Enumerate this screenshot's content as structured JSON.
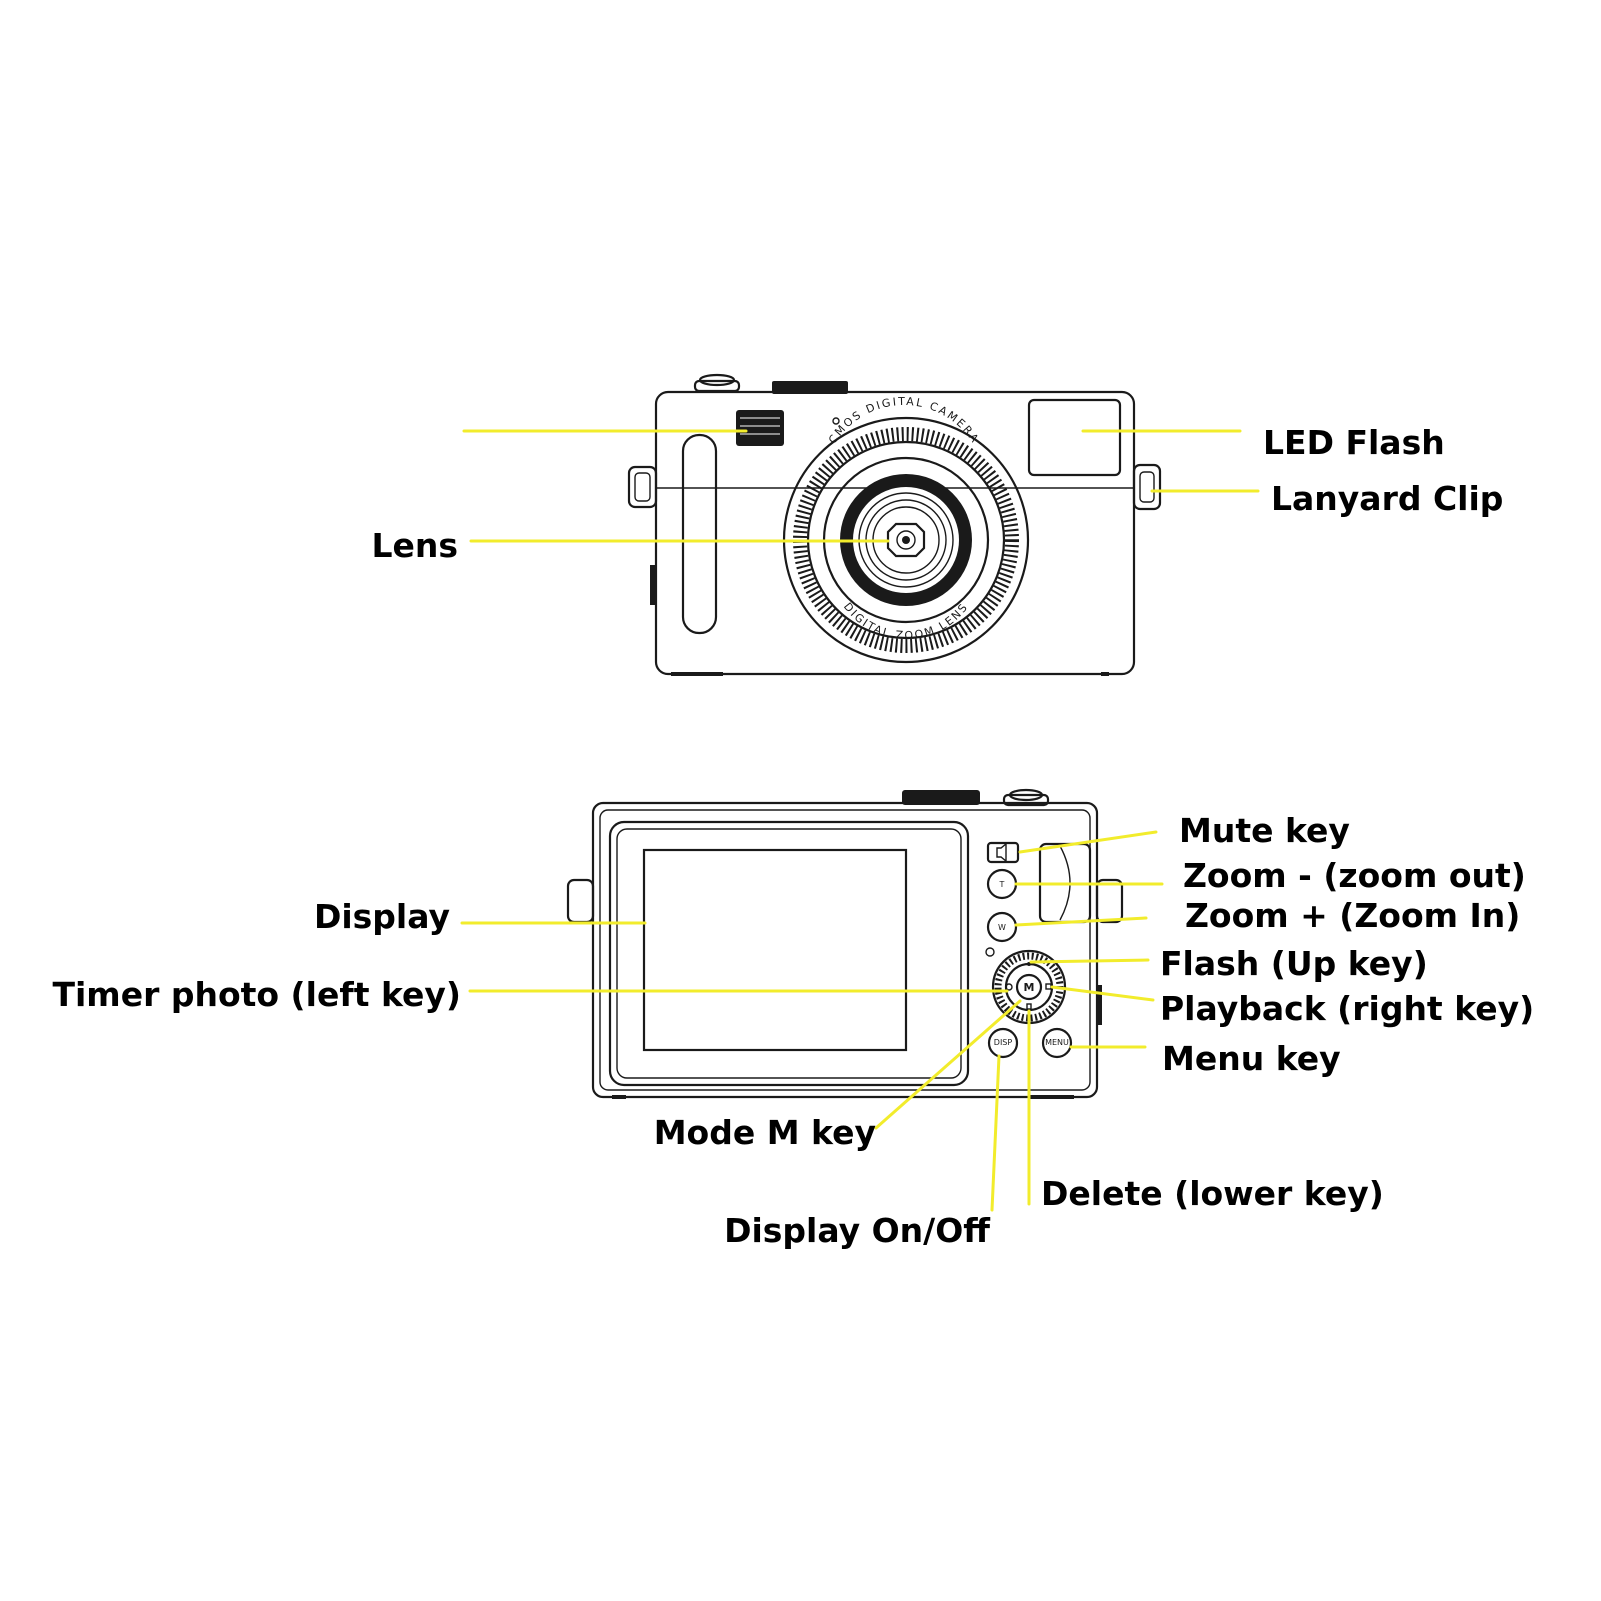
{
  "colors": {
    "leader": "#f2ec2c",
    "line_art": "#1a1a1a",
    "background": "#ffffff",
    "label_text": "#000000"
  },
  "front_view": {
    "lens_ring_top_text": "CMOS DIGITAL CAMERA",
    "lens_ring_bottom_text": "DIGITAL ZOOM LENS",
    "labels": {
      "led_flash": "LED Flash",
      "lanyard_clip": "Lanyard Clip",
      "lens": "Lens"
    }
  },
  "back_view": {
    "buttons": {
      "t": "T",
      "w": "W",
      "m": "M",
      "disp": "DISP",
      "menu": "MENU"
    },
    "labels": {
      "mute_key": "Mute key",
      "zoom_out": "Zoom - (zoom out)",
      "zoom_in": "Zoom + (Zoom In)",
      "display": "Display",
      "flash_up": "Flash (Up key)",
      "timer_left": "Timer photo (left key)",
      "playback_right": "Playback (right key)",
      "menu_key": "Menu key",
      "mode_m": "Mode M key",
      "delete_lower": "Delete (lower key)",
      "display_onoff": "Display On/Off"
    }
  }
}
